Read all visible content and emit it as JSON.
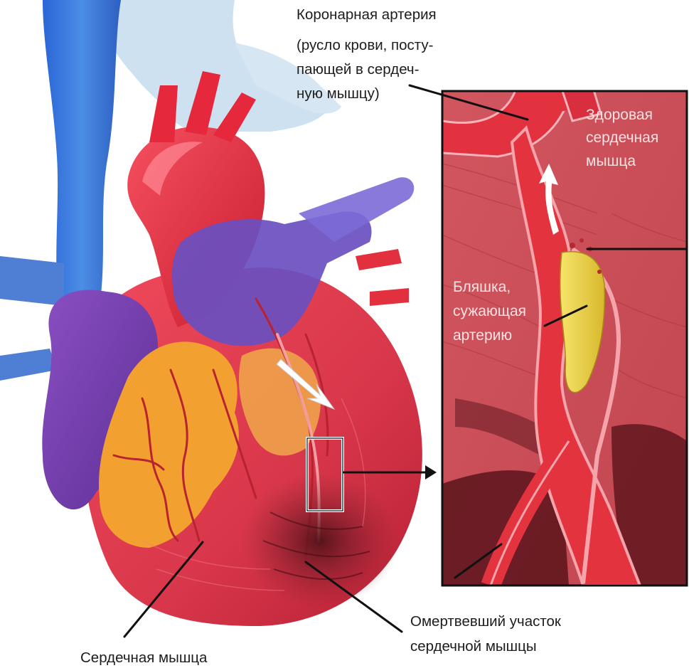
{
  "labels": {
    "coronary_artery": [
      "Коронарная артерия",
      "(русло крови, посту-",
      "пающей в сердеч-",
      "ную мышцу)"
    ],
    "healthy_muscle": [
      "Здоровая",
      "сердечная",
      "мышца"
    ],
    "plaque": [
      "Бляшка,",
      "сужающая",
      "артерию"
    ],
    "dead_area": [
      "Омертвевший участок",
      "сердечной мышцы"
    ],
    "heart_muscle": "Сердечная мышца"
  },
  "colors": {
    "vein_blue": "#3b6fd0",
    "aorta_red": "#e5283b",
    "heart_red": "#d8364a",
    "muscle_dark": "#6e1a22",
    "fat_orange": "#f2a030",
    "plaque_yellow": "#f1d640",
    "label_dark": "#1d1d1d",
    "label_light": "#fbe2e2"
  },
  "icons": [
    "blood-flow-arrow-icon",
    "zoom-pointer-arrow-icon"
  ]
}
